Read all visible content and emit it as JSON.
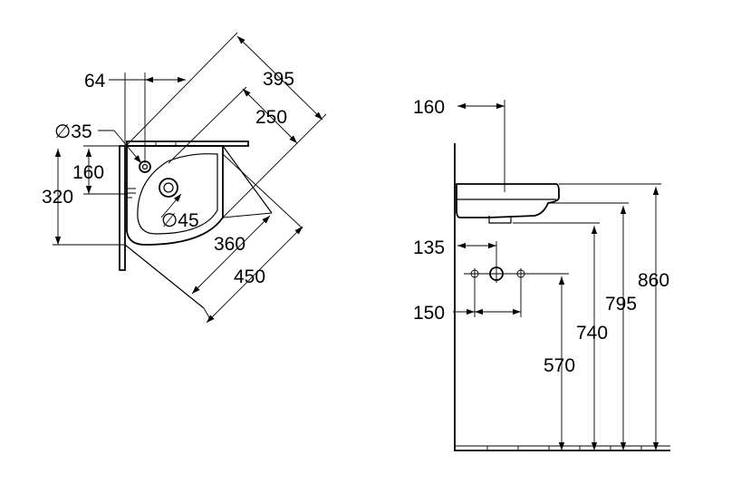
{
  "plan_view": {
    "dim_64": "64",
    "dim_395": "395",
    "dim_250": "250",
    "dim_dia35": "∅35",
    "dim_160": "160",
    "dim_320": "320",
    "dim_dia45": "∅45",
    "dim_360": "360",
    "dim_450": "450"
  },
  "side_view": {
    "dim_160": "160",
    "dim_135": "135",
    "dim_150": "150",
    "dim_570": "570",
    "dim_740": "740",
    "dim_795": "795",
    "dim_860": "860"
  }
}
